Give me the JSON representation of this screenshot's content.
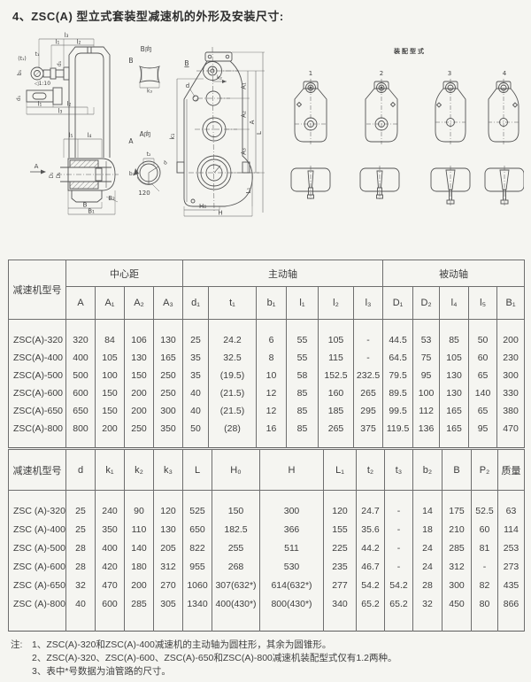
{
  "colors": {
    "background": "#f5f5f1",
    "text": "#3a3a3a",
    "drawing_line": "#555555",
    "table_border": "#6e6e6e"
  },
  "page": {
    "title": "4、ZSC(A) 型立式套装型减速机的外形及安装尺寸:"
  },
  "drawings": {
    "assembly_title": "装配型式",
    "assembly_numbers": [
      "1",
      "2",
      "3",
      "4"
    ],
    "side_labels": [
      "l₃",
      "l₁",
      "l₂",
      "(t₁)",
      "t₁",
      "b₁",
      "d₁",
      "◁1:10",
      "d₁",
      "l₁",
      "l₂",
      "l₃",
      "l₅",
      "l₄",
      "A",
      "D₂",
      "D₁",
      "B₂",
      "B",
      "B₁"
    ],
    "view_b_labels": [
      "B",
      "B向",
      "k₃"
    ],
    "view_a_labels": [
      "A向",
      "A",
      "t₂",
      "b₂",
      "d",
      "120"
    ],
    "front_labels": [
      "B",
      "d",
      "k₂",
      "k₁",
      "A₁",
      "A₂",
      "A",
      "L",
      "A₃",
      "L₁",
      "H₀",
      "H"
    ]
  },
  "table1": {
    "model_header": "减速机型号",
    "groups": [
      {
        "label": "中心距"
      },
      {
        "label": "主动轴"
      },
      {
        "label": "被动轴"
      }
    ],
    "subheaders": [
      "A",
      "A₁",
      "A₂",
      "A₃",
      "d₁",
      "t₁",
      "b₁",
      "l₁",
      "l₂",
      "l₃",
      "D₁",
      "D₂",
      "l₄",
      "l₅",
      "B₁"
    ],
    "rows": [
      {
        "model": "ZSC(A)-320",
        "v": [
          "320",
          "84",
          "106",
          "130",
          "25",
          "24.2",
          "6",
          "55",
          "105",
          "-",
          "44.5",
          "53",
          "85",
          "50",
          "200"
        ]
      },
      {
        "model": "ZSC(A)-400",
        "v": [
          "400",
          "105",
          "130",
          "165",
          "35",
          "32.5",
          "8",
          "55",
          "115",
          "-",
          "64.5",
          "75",
          "105",
          "60",
          "230"
        ]
      },
      {
        "model": "ZSC(A)-500",
        "v": [
          "500",
          "100",
          "150",
          "250",
          "35",
          "(19.5)",
          "10",
          "58",
          "152.5",
          "232.5",
          "79.5",
          "95",
          "130",
          "65",
          "300"
        ]
      },
      {
        "model": "ZSC(A)-600",
        "v": [
          "600",
          "150",
          "200",
          "250",
          "40",
          "(21.5)",
          "12",
          "85",
          "160",
          "265",
          "89.5",
          "100",
          "130",
          "140",
          "330"
        ]
      },
      {
        "model": "ZSC(A)-650",
        "v": [
          "650",
          "150",
          "200",
          "300",
          "40",
          "(21.5)",
          "12",
          "85",
          "185",
          "295",
          "99.5",
          "112",
          "165",
          "65",
          "380"
        ]
      },
      {
        "model": "ZSC(A)-800",
        "v": [
          "800",
          "200",
          "250",
          "350",
          "50",
          "(28)",
          "16",
          "85",
          "265",
          "375",
          "119.5",
          "136",
          "165",
          "95",
          "470"
        ]
      }
    ]
  },
  "table2": {
    "model_header": "减速机型号",
    "headers": [
      "d",
      "k₁",
      "k₂",
      "k₃",
      "L",
      "H₀",
      "H",
      "L₁",
      "t₂",
      "t₃",
      "b₂",
      "B",
      "P₂",
      "质量"
    ],
    "rows": [
      {
        "model": "ZSC (A)-320",
        "v": [
          "25",
          "240",
          "90",
          "120",
          "525",
          "150",
          "300",
          "120",
          "24.7",
          "-",
          "14",
          "175",
          "52.5",
          "63"
        ]
      },
      {
        "model": "ZSC (A)-400",
        "v": [
          "25",
          "350",
          "110",
          "130",
          "650",
          "182.5",
          "366",
          "155",
          "35.6",
          "-",
          "18",
          "210",
          "60",
          "114"
        ]
      },
      {
        "model": "ZSC (A)-500",
        "v": [
          "28",
          "400",
          "140",
          "205",
          "822",
          "255",
          "511",
          "225",
          "44.2",
          "-",
          "24",
          "285",
          "81",
          "253"
        ]
      },
      {
        "model": "ZSC (A)-600",
        "v": [
          "28",
          "420",
          "180",
          "312",
          "955",
          "268",
          "530",
          "235",
          "46.7",
          "-",
          "24",
          "312",
          "-",
          "273"
        ]
      },
      {
        "model": "ZSC (A)-650",
        "v": [
          "32",
          "470",
          "200",
          "270",
          "1060",
          "307(632*)",
          "614(632*)",
          "277",
          "54.2",
          "54.2",
          "28",
          "300",
          "82",
          "435"
        ]
      },
      {
        "model": "ZSC (A)-800",
        "v": [
          "40",
          "600",
          "285",
          "305",
          "1340",
          "400(430*)",
          "800(430*)",
          "340",
          "65.2",
          "65.2",
          "32",
          "450",
          "80",
          "866"
        ]
      }
    ]
  },
  "notes": {
    "prefix": "注:",
    "items": [
      "1、ZSC(A)-320和ZSC(A)-400减速机的主动轴为圆柱形，其余为圆锥形。",
      "2、ZSC(A)-320、ZSC(A)-600、ZSC(A)-650和ZSC(A)-800减速机装配型式仅有1.2两种。",
      "3、表中*号数据为油管路的尺寸。"
    ]
  }
}
